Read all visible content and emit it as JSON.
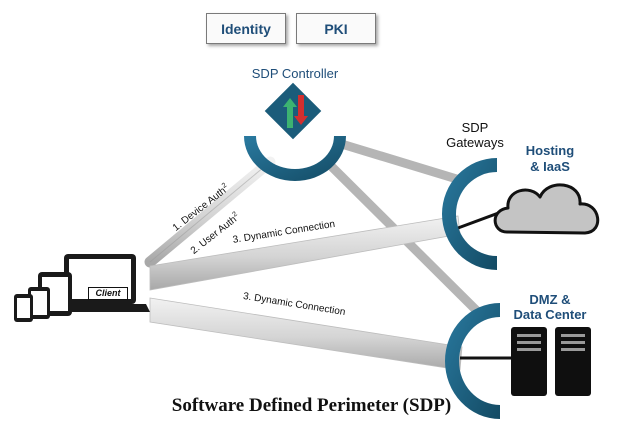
{
  "boxes": {
    "identity": "Identity",
    "pki": "PKI"
  },
  "controller": {
    "label": "SDP Controller"
  },
  "gateways": {
    "label_line1": "SDP",
    "label_line2": "Gateways"
  },
  "hosting": {
    "label_line1": "Hosting",
    "label_line2": "& IaaS"
  },
  "dmz": {
    "label_line1": "DMZ &",
    "label_line2": "Data Center"
  },
  "client": {
    "label": "Client"
  },
  "connections": {
    "device_auth": "1. Device Auth",
    "user_auth": "2. User Auth",
    "superscript": "2",
    "dynamic_top": "3. Dynamic Connection",
    "dynamic_bottom": "3. Dynamic Connection"
  },
  "title": "Software Defined Perimeter (SDP)",
  "colors": {
    "teal": "#1b5c7a",
    "accent_navy": "#1f4e79",
    "arrow_green": "#3cb371",
    "arrow_red": "#d32f2f",
    "tube": "#d9d9d9"
  }
}
